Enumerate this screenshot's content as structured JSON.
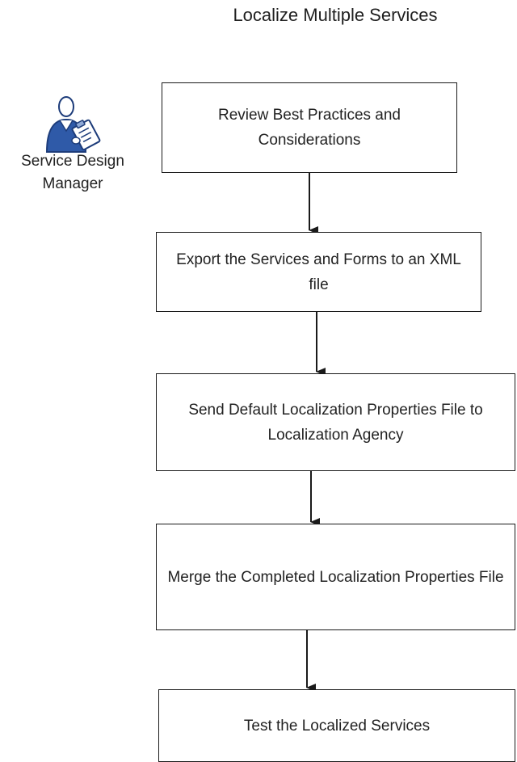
{
  "title": "Localize Multiple Services",
  "actor": {
    "label": "Service Design Manager",
    "icon": "user-with-clipboard-icon"
  },
  "steps": [
    {
      "text": "Review Best Practices and Considerations"
    },
    {
      "text": "Export the Services and Forms to an XML file"
    },
    {
      "text": "Send Default Localization Properties File to Localization Agency"
    },
    {
      "text": "Merge the Completed Localization Properties File"
    },
    {
      "text": "Test the Localized Services"
    }
  ],
  "colors": {
    "border": "#1a1a1a",
    "actor_body": "#2f5aa8",
    "actor_outline": "#1d3c7a"
  }
}
